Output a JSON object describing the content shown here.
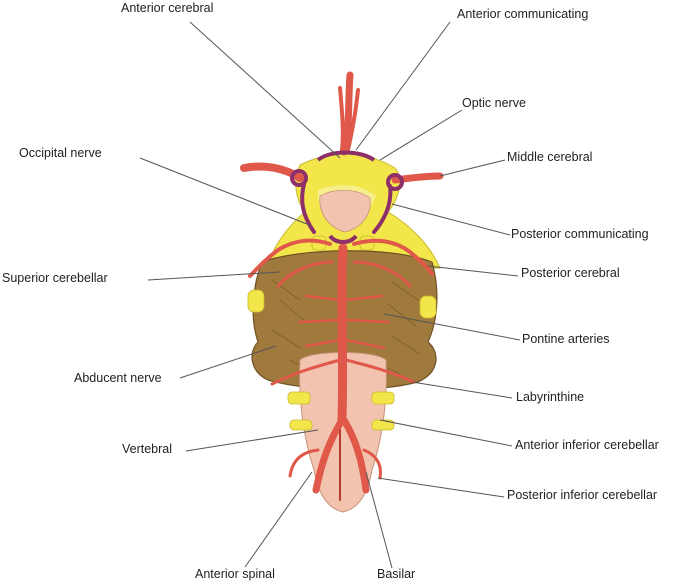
{
  "colors": {
    "artery": "#e0584a",
    "artery_dark": "#b83a30",
    "artery_light": "#f08a78",
    "circle_of_willis": "#8e2f6a",
    "nerve": "#f2e64a",
    "nerve_light": "#f7ef8c",
    "cerebellum": "#a07a3c",
    "cerebellum_dark": "#6f5226",
    "brainstem": "#f2c4b0",
    "leader": "#555555",
    "text": "#222222"
  },
  "labels": {
    "anterior_cerebral": "Anterior cerebral",
    "anterior_communicating": "Anterior communicating",
    "optic_nerve": "Optic nerve",
    "occipital_nerve": "Occipital nerve",
    "middle_cerebral": "Middle cerebral",
    "posterior_communicating": "Posterior communicating",
    "superior_cerebellar": "Superior cerebellar",
    "posterior_cerebral": "Posterior cerebral",
    "pontine_arteries": "Pontine arteries",
    "abducent_nerve": "Abducent nerve",
    "labyrinthine": "Labyrinthine",
    "vertebral": "Vertebral",
    "anterior_inferior_cerebellar": "Anterior inferior cerebellar",
    "posterior_inferior_cerebellar": "Posterior inferior cerebellar",
    "anterior_spinal": "Anterior spinal",
    "basilar": "Basilar"
  }
}
